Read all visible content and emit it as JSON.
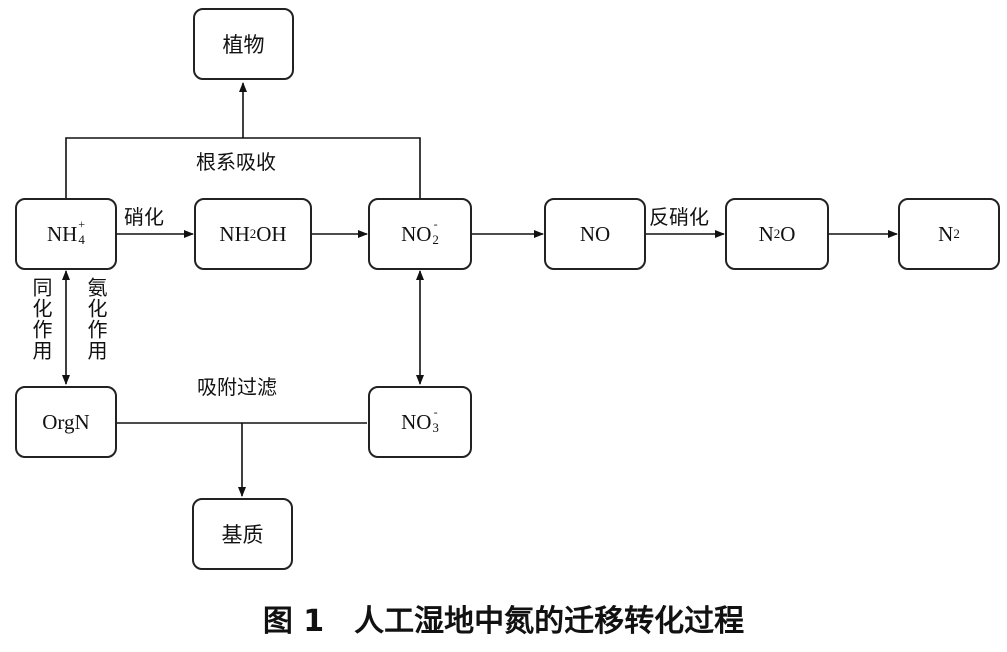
{
  "nodes": {
    "plant": "植物",
    "nh4": {
      "base": "NH",
      "sub": "4",
      "sup": "+"
    },
    "nh2oh": {
      "a": "NH",
      "sub": "2",
      "b": "OH"
    },
    "no2": {
      "base": "NO",
      "sub": "2",
      "sup": "-"
    },
    "no": "NO",
    "n2o": {
      "a": "N",
      "sub": "2",
      "b": "O"
    },
    "n2": {
      "a": "N",
      "sub": "2"
    },
    "orgn": "OrgN",
    "no3": {
      "base": "NO",
      "sub": "3",
      "sup": "-"
    },
    "substrate": "基质"
  },
  "labels": {
    "root_uptake": "根系吸收",
    "nitrification": "硝化",
    "denitrification": "反硝化",
    "assimilation": "同化作用",
    "ammonification": "氨化作用",
    "adsorption_filtration": "吸附过滤"
  },
  "caption": "图 1　人工湿地中氮的迁移转化过程"
}
